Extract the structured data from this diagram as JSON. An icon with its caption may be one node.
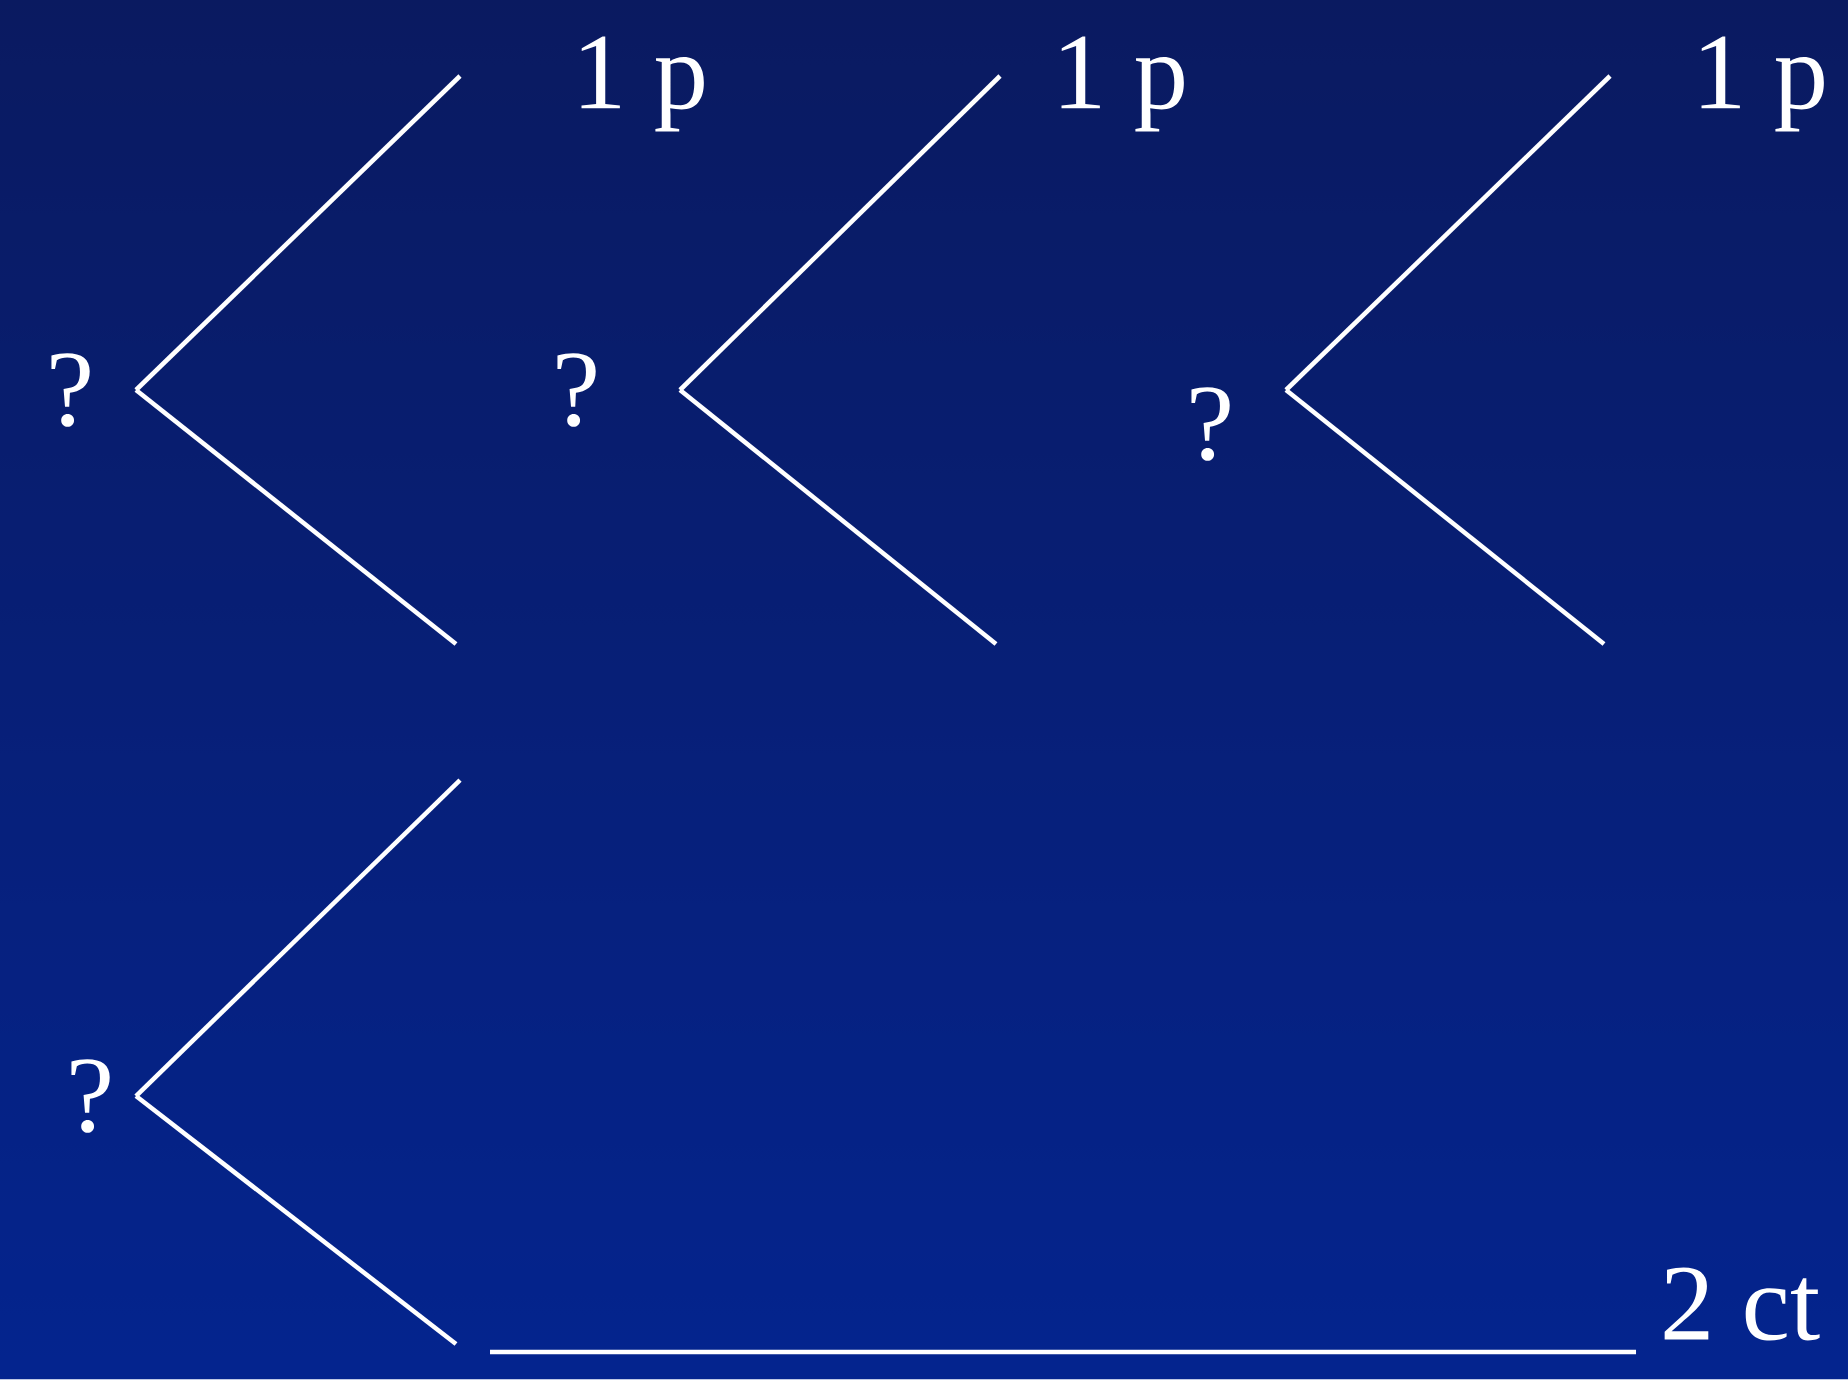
{
  "diagram": {
    "nodes": [
      {
        "text": [
          "?"
        ]
      },
      {
        "text": [
          "1 p"
        ]
      },
      {
        "text": [
          "?"
        ]
      },
      {
        "text": [
          "1 p"
        ]
      },
      {
        "text": [
          "?"
        ]
      },
      {
        "text": [
          "1 p"
        ]
      },
      {
        "text": [
          "?"
        ]
      },
      {
        "text": [
          "2 ct"
        ]
      }
    ],
    "edges": [
      {
        "from": 0,
        "to": 1,
        "arrow": "none"
      },
      {
        "from": 0,
        "to": null,
        "arrow": "none"
      },
      {
        "from": 2,
        "to": 3,
        "arrow": "none"
      },
      {
        "from": 2,
        "to": null,
        "arrow": "none"
      },
      {
        "from": 4,
        "to": 5,
        "arrow": "none"
      },
      {
        "from": 4,
        "to": null,
        "arrow": "none"
      },
      {
        "from": 6,
        "to": null,
        "arrow": "none"
      },
      {
        "from": 6,
        "to": null,
        "arrow": "none"
      },
      {
        "from": null,
        "to": 7,
        "arrow": "none"
      }
    ]
  }
}
